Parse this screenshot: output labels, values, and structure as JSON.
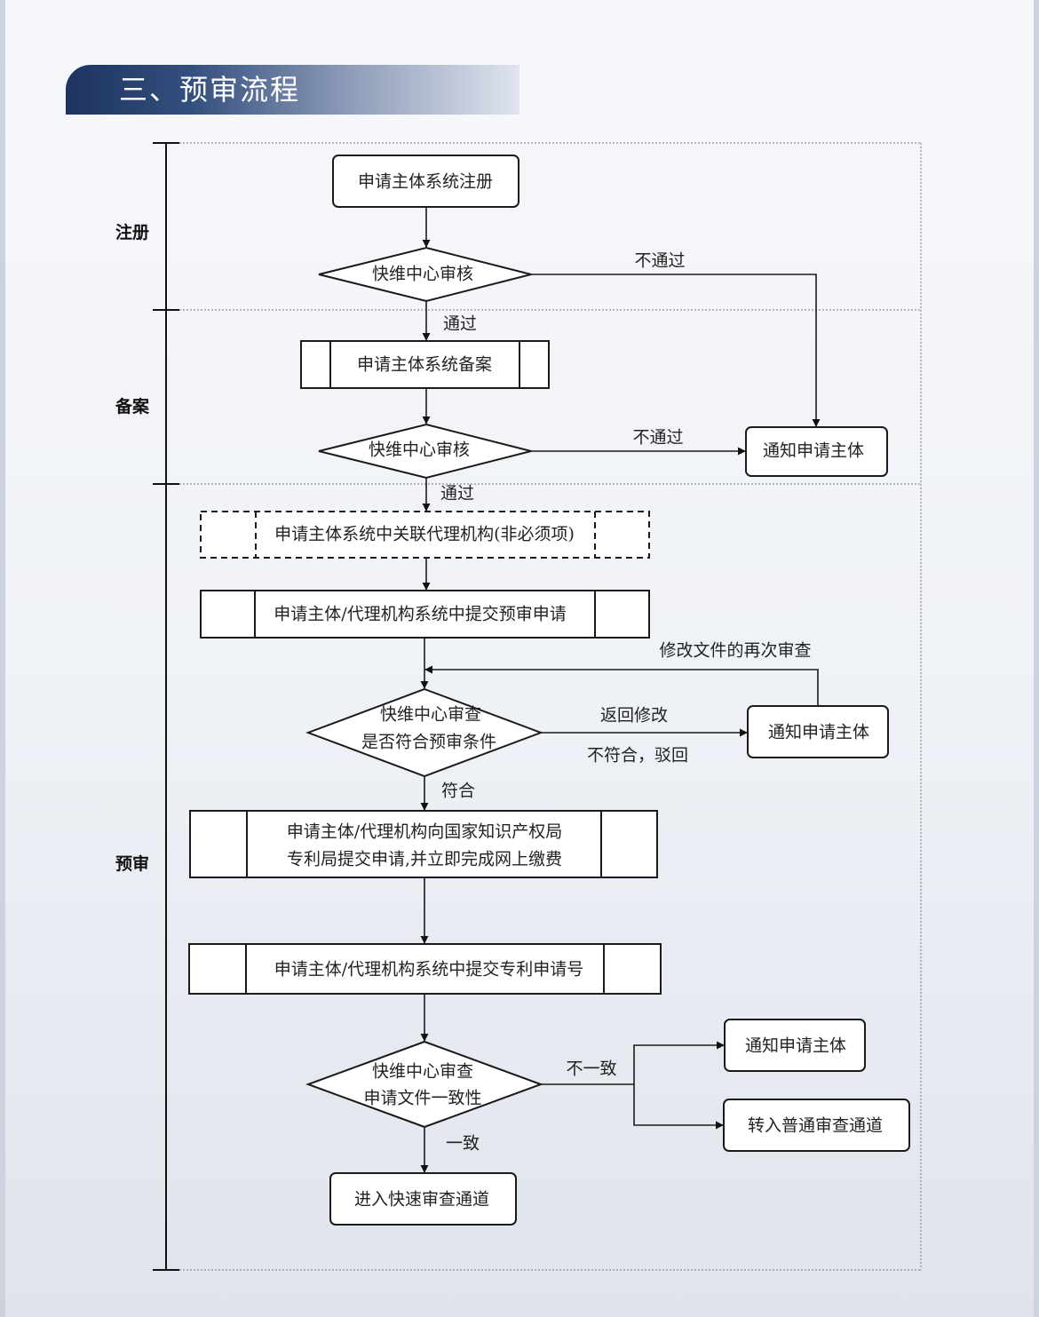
{
  "header": {
    "title": "三、预审流程"
  },
  "lanes": {
    "register": "注册",
    "record": "备案",
    "preexam": "预审"
  },
  "nodes": {
    "register_system": "申请主体系统注册",
    "review_1": "快维中心审核",
    "record_system": "申请主体系统备案",
    "review_2": "快维中心审核",
    "notify_1": "通知申请主体",
    "link_agency": "申请主体系统中关联代理机构(非必须项)",
    "submit_preexam": "申请主体/代理机构系统中提交预审申请",
    "preexam_check_line1": "快维中心审查",
    "preexam_check_line2": "是否符合预审条件",
    "notify_2": "通知申请主体",
    "submit_cnipa_line1": "申请主体/代理机构向国家知识产权局",
    "submit_cnipa_line2": "专利局提交申请,并立即完成网上缴费",
    "submit_patent_no": "申请主体/代理机构系统中提交专利申请号",
    "consistency_check_line1": "快维中心审查",
    "consistency_check_line2": "申请文件一致性",
    "notify_3": "通知申请主体",
    "normal_channel": "转入普通审查通道",
    "fast_channel": "进入快速审查通道"
  },
  "edges": {
    "fail_1": "不通过",
    "pass_1": "通过",
    "fail_2": "不通过",
    "pass_2": "通过",
    "recheck": "修改文件的再次审查",
    "return_modify": "返回修改",
    "not_met_reject": "不符合，驳回",
    "met": "符合",
    "inconsistent": "不一致",
    "consistent": "一致"
  },
  "colors": {
    "header_dark": "#1d3361",
    "header_light": "#dfe4ee",
    "line": "#1a1a1a",
    "lane_divider": "#777777"
  }
}
